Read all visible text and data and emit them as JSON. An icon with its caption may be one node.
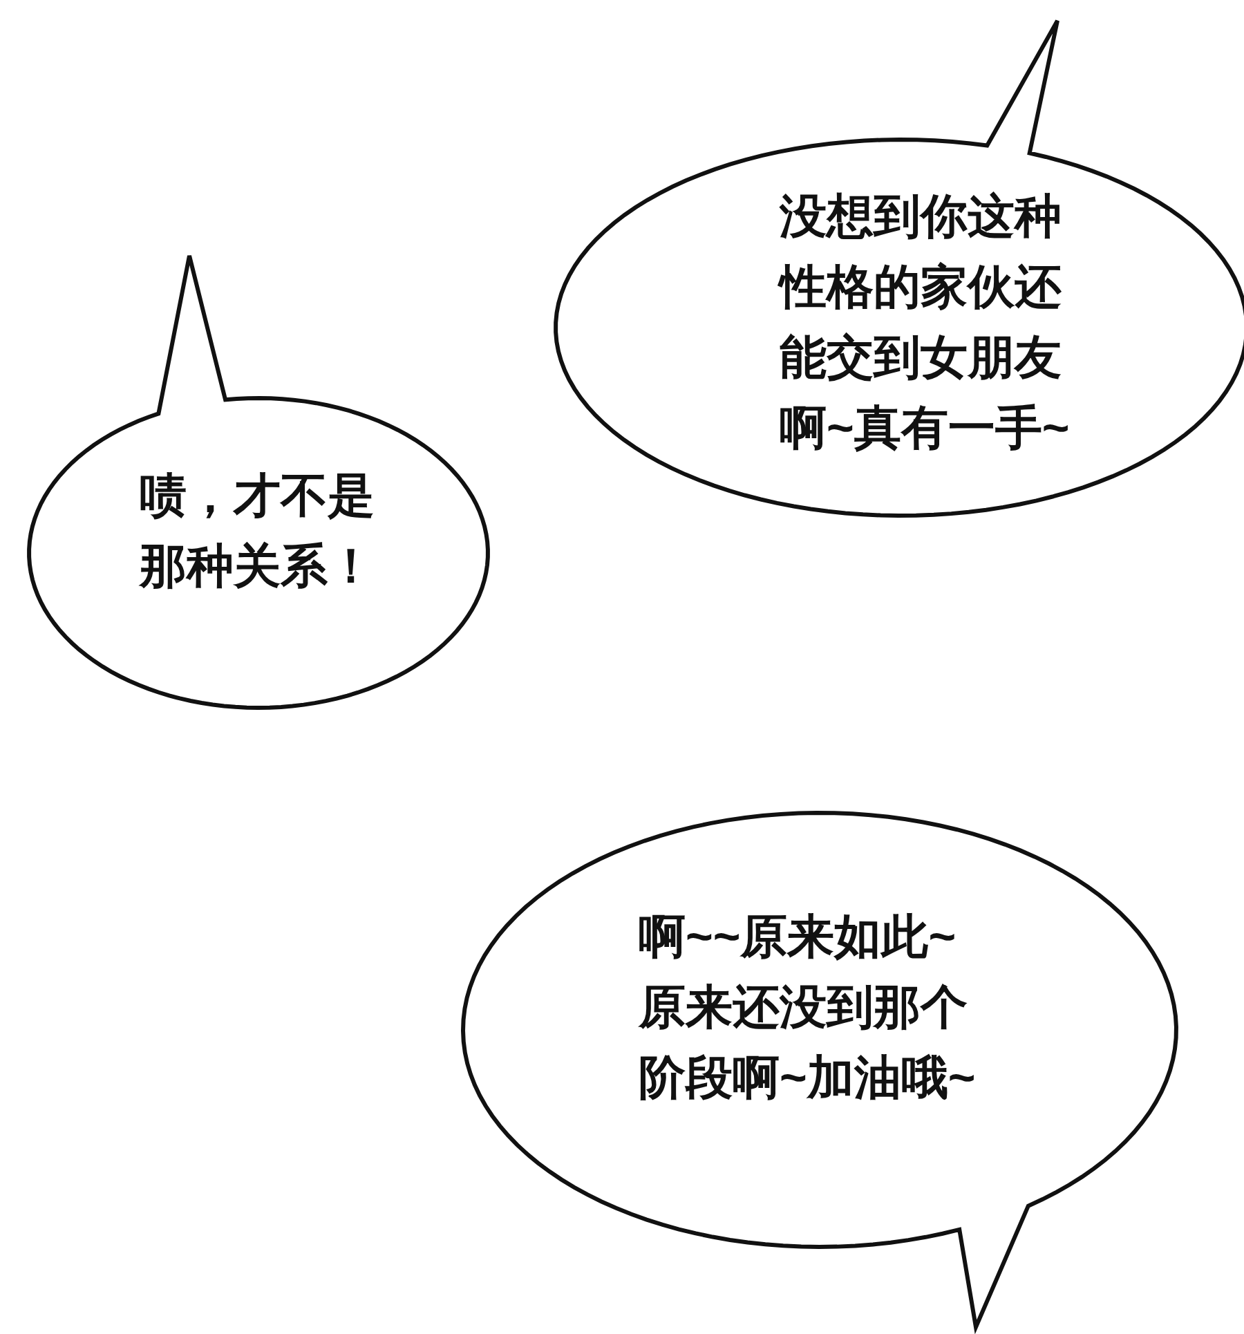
{
  "diagram": {
    "nodes": [
      {
        "text": [
          "没想到你这种性格的家伙还能交到女朋友啊~真有一手~"
        ]
      },
      {
        "text": [
          "啧，才不是那种关系！"
        ]
      },
      {
        "text": [
          "啊~~原来如此~原来还没到那个阶段啊~加油哦~"
        ]
      }
    ]
  }
}
